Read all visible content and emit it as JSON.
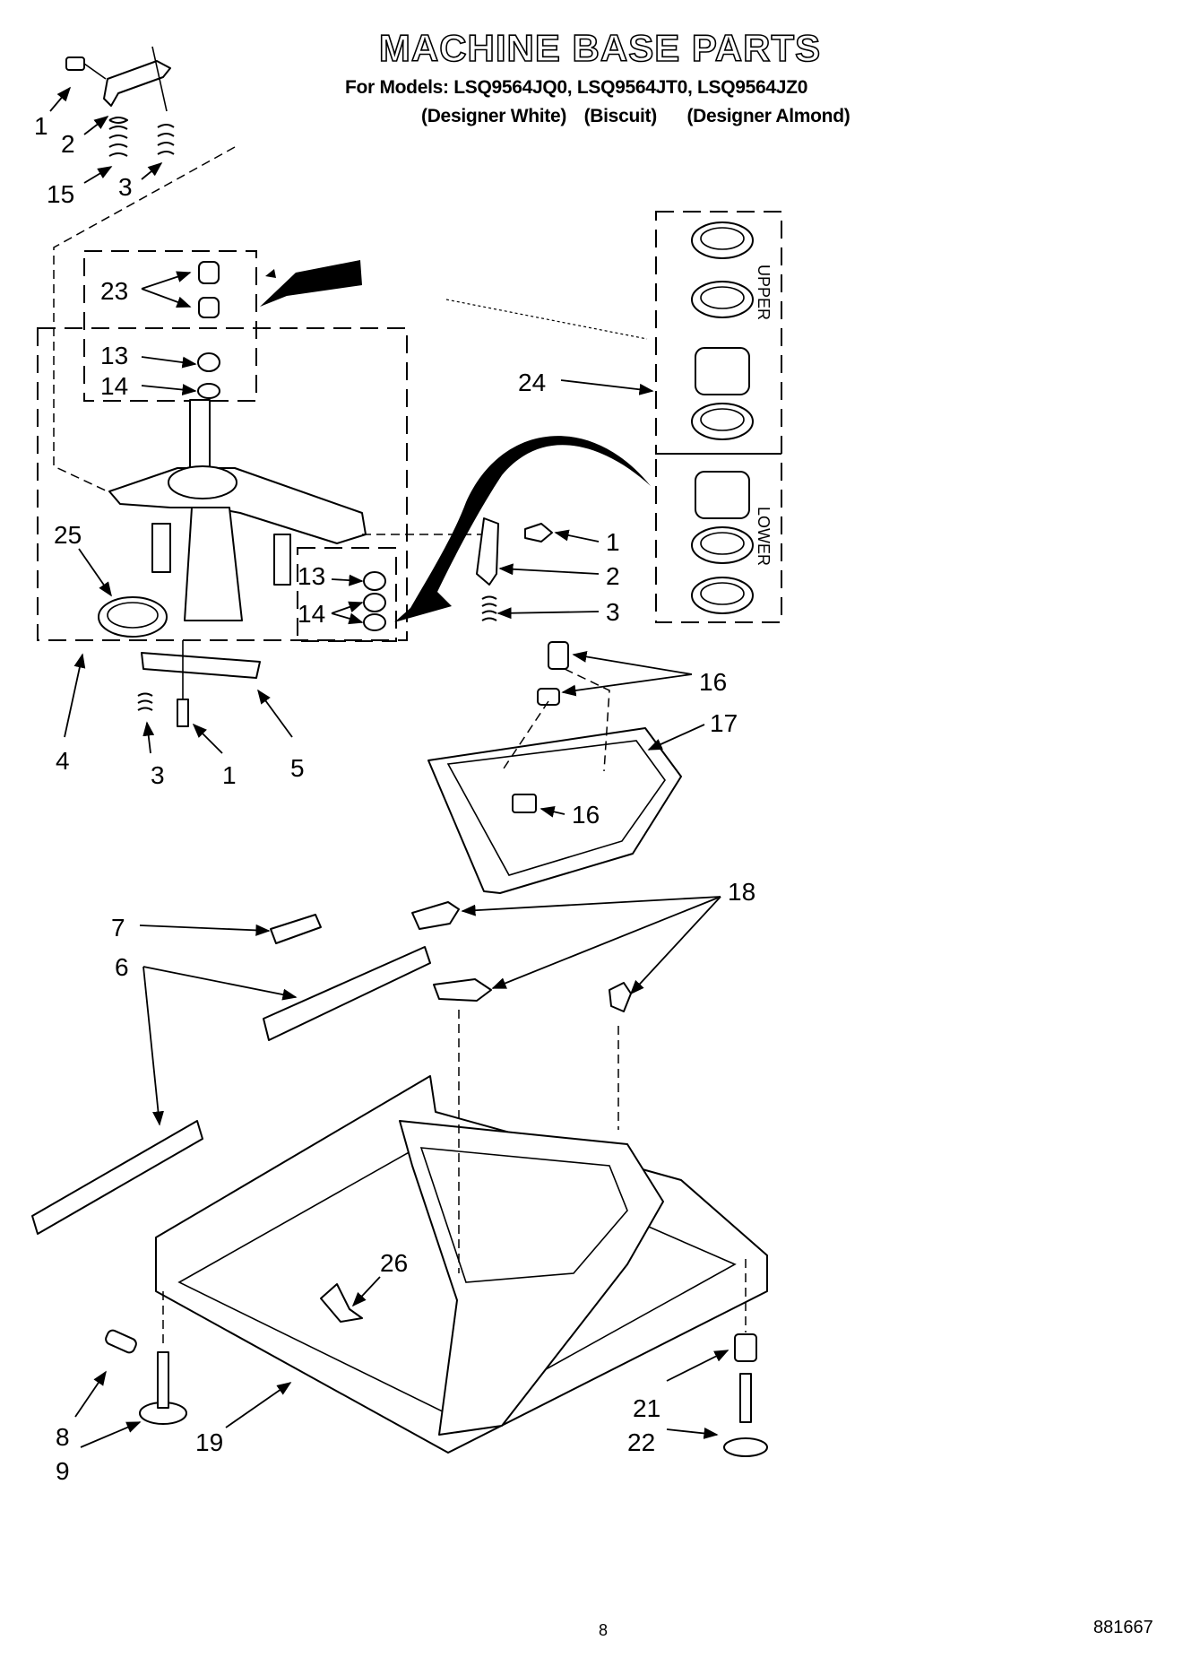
{
  "header": {
    "title": "MACHINE BASE PARTS",
    "models_line": "For Models: LSQ9564JQ0, LSQ9564JT0, LSQ9564JZ0",
    "colors": [
      "(Designer White)",
      "(Biscuit)",
      "(Designer Almond)"
    ]
  },
  "group_labels": {
    "upper": "UPPER",
    "lower": "LOWER"
  },
  "callouts": {
    "c1_top": "1",
    "c2_top": "2",
    "c15": "15",
    "c3_top": "3",
    "c23": "23",
    "c13_a": "13",
    "c14_a": "14",
    "c24": "24",
    "c25": "25",
    "c13_b": "13",
    "c14_b": "14",
    "c1_right": "1",
    "c2_right": "2",
    "c3_right": "3",
    "c4": "4",
    "c3_bot": "3",
    "c1_bot": "1",
    "c5": "5",
    "c16_a": "16",
    "c17": "17",
    "c16_b": "16",
    "c7": "7",
    "c6": "6",
    "c18": "18",
    "c26": "26",
    "c8": "8",
    "c9": "9",
    "c19": "19",
    "c21": "21",
    "c22": "22"
  },
  "footer": {
    "page_number": "8",
    "doc_number": "881667"
  }
}
